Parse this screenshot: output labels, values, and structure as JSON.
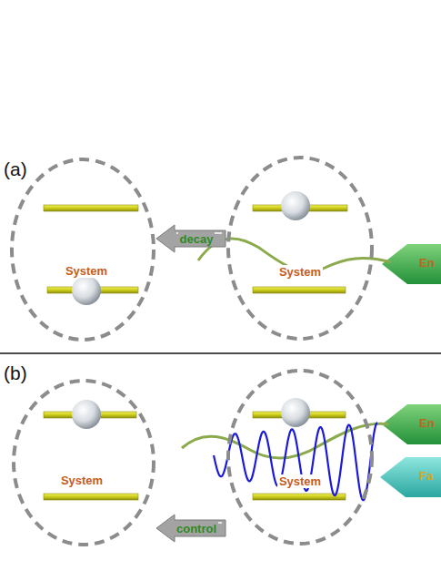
{
  "diagram": {
    "nodes": [
      {
        "text": [
          "System"
        ]
      },
      {
        "text": [
          "System"
        ]
      },
      {
        "text": [
          "System"
        ]
      },
      {
        "text": [
          "System"
        ]
      }
    ],
    "edges": [
      {
        "from": 1,
        "to": 0,
        "arrow": "to",
        "label": "decay"
      },
      {
        "from": 3,
        "to": 2,
        "arrow": "to",
        "label": "control"
      }
    ],
    "labels": [
      "(a)",
      "En",
      "(b)",
      "En",
      "Fa"
    ]
  }
}
